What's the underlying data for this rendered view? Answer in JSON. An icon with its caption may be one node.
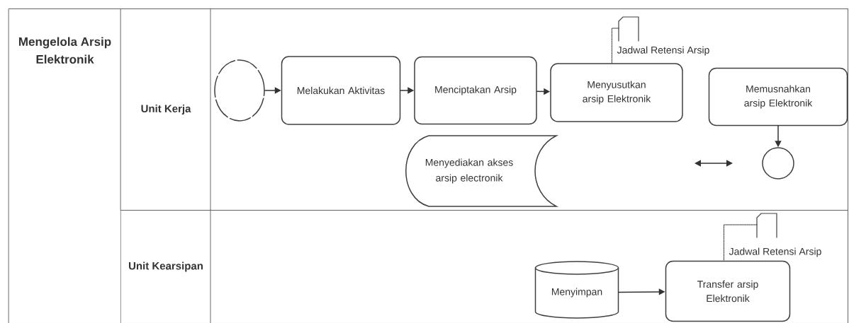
{
  "diagram": {
    "nodes": [
      {
        "text": [
          "Mengelola Arsip Elektronik"
        ]
      },
      {
        "text": [
          "Unit Kerja"
        ],
        "in": 0
      },
      {
        "text": [
          "Unit Kearsipan"
        ],
        "in": 0
      },
      {
        "text": [],
        "shape": "circle",
        "in": 1
      },
      {
        "text": [
          "Melakukan Aktivitas"
        ],
        "in": 1
      },
      {
        "text": [
          "Menciptakan Arsip"
        ],
        "in": 1
      },
      {
        "text": [
          "Menyusutkan arsip Elektronik"
        ],
        "in": 1
      },
      {
        "text": [
          "Jadwal Retensi Arsip"
        ],
        "in": 1
      },
      {
        "text": [
          "Memusnahkan arsip Elektronik"
        ],
        "in": 1
      },
      {
        "text": [
          "Menyediakan akses arsip electronik"
        ],
        "in": 1
      },
      {
        "text": [],
        "shape": "circle",
        "in": 1
      },
      {
        "text": [
          "Jadwal Retensi Arsip"
        ],
        "in": 2
      },
      {
        "text": [
          "Menyimpan"
        ],
        "in": 2
      },
      {
        "text": [
          "Transfer arsip Elektronik"
        ],
        "in": 2
      }
    ],
    "edges": [
      {
        "from": 3,
        "to": 4,
        "arrow": "to"
      },
      {
        "from": 4,
        "to": 5,
        "arrow": "to"
      },
      {
        "from": 5,
        "to": 6,
        "arrow": "to"
      },
      {
        "from": 7,
        "to": 6,
        "arrow": "none",
        "style": "dashed"
      },
      {
        "from": 8,
        "to": 10,
        "arrow": "to"
      },
      {
        "from": 12,
        "to": 13,
        "arrow": "to"
      },
      {
        "from": 11,
        "to": 13,
        "arrow": "none",
        "style": "dashed"
      }
    ]
  }
}
